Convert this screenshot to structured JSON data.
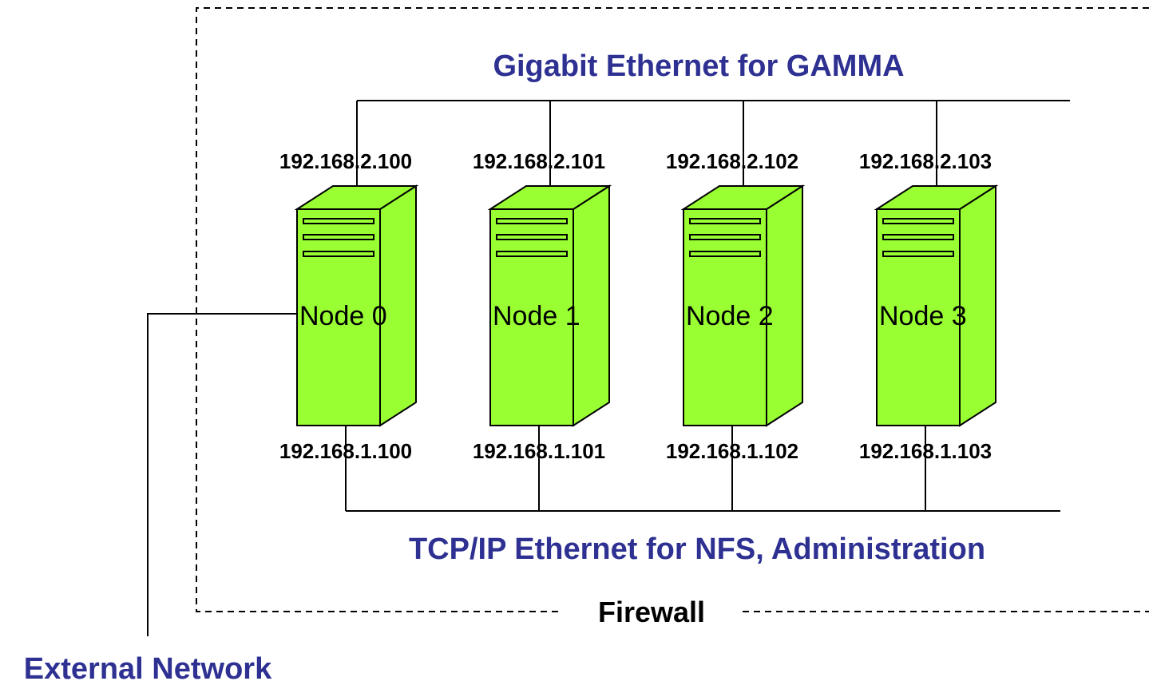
{
  "colors": {
    "network_title": "#2e3192",
    "server_face": "#99ff33",
    "line": "#000000"
  },
  "gigabit_network": {
    "title": "Gigabit Ethernet for GAMMA"
  },
  "tcpip_network": {
    "title": "TCP/IP Ethernet for NFS, Administration"
  },
  "firewall": {
    "label": "Firewall"
  },
  "external_network": {
    "label": "External Network"
  },
  "nodes": [
    {
      "label": "Node 0",
      "ip_gigabit": "192.168.2.100",
      "ip_tcp": "192.168.1.100"
    },
    {
      "label": "Node 1",
      "ip_gigabit": "192.168.2.101",
      "ip_tcp": "192.168.1.101"
    },
    {
      "label": "Node 2",
      "ip_gigabit": "192.168.2.102",
      "ip_tcp": "192.168.1.102"
    },
    {
      "label": "Node 3",
      "ip_gigabit": "192.168.2.103",
      "ip_tcp": "192.168.1.103"
    }
  ]
}
